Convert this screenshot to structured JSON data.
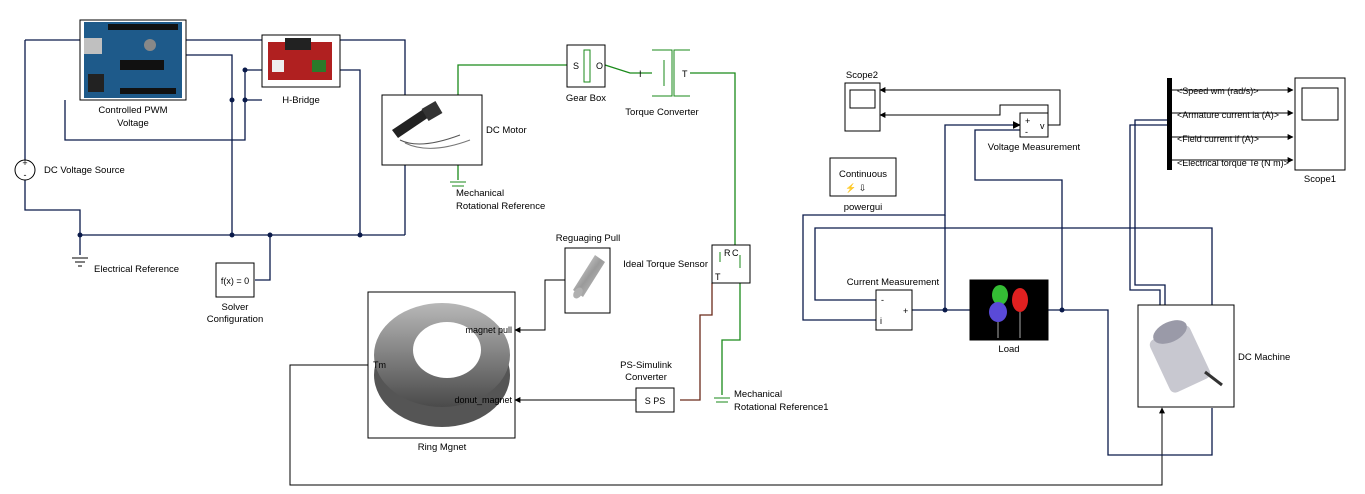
{
  "diagram_title": "",
  "colors": {
    "electrical_wire": "#0a1a4a",
    "mechanical_wire": "#1a8a1a",
    "physical_signal_wire": "#6a2a1a",
    "signal_wire": "#000000"
  },
  "blocks": {
    "pwm": {
      "label_line1": "Controlled PWM",
      "label_line2": "Voltage",
      "icon": "arduino-board-icon"
    },
    "hbridge": {
      "label": "H-Bridge",
      "icon": "motor-driver-board-icon"
    },
    "dc_source": {
      "label": "DC Voltage Source"
    },
    "elec_ref": {
      "label": "Electrical Reference"
    },
    "solver": {
      "label_line1": "Solver",
      "label_line2": "Configuration",
      "text": "f(x) = 0"
    },
    "dc_motor": {
      "label": "DC Motor",
      "icon": "dc-motor-icon"
    },
    "mech_ref": {
      "label_line1": "Mechanical",
      "label_line2": "Rotational Reference"
    },
    "gearbox": {
      "label": "Gear Box",
      "port_s": "S",
      "port_o": "O"
    },
    "torque_conv": {
      "label": "Torque Converter",
      "port_i": "I",
      "port_t": "T"
    },
    "torque_sensor": {
      "label": "Ideal Torque Sensor",
      "port_r": "R",
      "port_c": "C",
      "port_t": "T"
    },
    "pull": {
      "label": "Reguaging Pull",
      "icon": "cylinder-magnet-icon"
    },
    "ring": {
      "label": "Ring Mgnet",
      "port_tm": "Tm",
      "port_pull": "magnet pull",
      "port_donut": "donut_magnet",
      "icon": "ring-magnet-icon"
    },
    "ps_sim": {
      "label_line1": "PS-Simulink",
      "label_line2": "Converter",
      "text": "S PS"
    },
    "mech_ref1": {
      "label_line1": "Mechanical",
      "label_line2": "Rotational Reference1"
    },
    "scope2": {
      "label": "Scope2"
    },
    "powergui": {
      "label": "powergui",
      "text": "Continuous"
    },
    "volt_meas": {
      "label": "Voltage Measurement",
      "port_plus": "+",
      "port_minus": "-",
      "port_v": "v"
    },
    "curr_meas": {
      "label": "Current Measurement",
      "port_minus": "-",
      "port_plus": "+",
      "port_i": "i"
    },
    "load": {
      "label": "Load",
      "icon": "led-lamps-icon"
    },
    "dc_machine": {
      "label": "DC Machine",
      "icon": "dc-machine-icon"
    },
    "scope1": {
      "label": "Scope1"
    },
    "bus_signals": [
      "<Speed wm (rad/s)>",
      "<Armature current ia (A)>",
      "<Field current if (A)>",
      "<Electrical torque Te (N m)>"
    ]
  }
}
